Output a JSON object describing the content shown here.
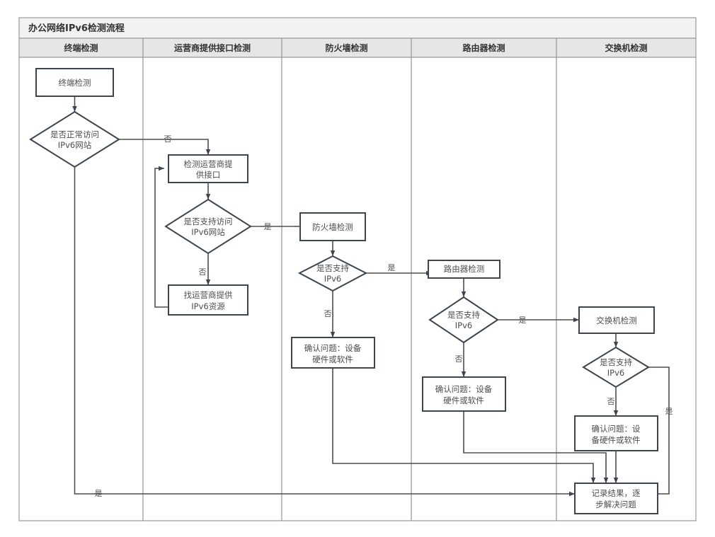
{
  "diagram": {
    "title": "办公网络IPv6检测流程",
    "lanes": [
      {
        "id": "terminal",
        "label": "终端检测"
      },
      {
        "id": "isp",
        "label": "运营商提供接口检测"
      },
      {
        "id": "firewall",
        "label": "防火墙检测"
      },
      {
        "id": "router",
        "label": "路由器检测"
      },
      {
        "id": "switch",
        "label": "交换机检测"
      }
    ],
    "nodes": {
      "terminal_start": {
        "type": "process",
        "line1": "终端检测"
      },
      "terminal_dec": {
        "type": "decision",
        "line1": "是否正常访问",
        "line2": "IPv6网站"
      },
      "isp_check": {
        "type": "process",
        "line1": "检测运营商提",
        "line2": "供接口"
      },
      "isp_dec": {
        "type": "decision",
        "line1": "是否支持访问",
        "line2": "IPv6网站"
      },
      "isp_request": {
        "type": "process",
        "line1": "找运营商提供",
        "line2": "IPv6资源"
      },
      "fw_check": {
        "type": "process",
        "line1": "防火墙检测"
      },
      "fw_dec": {
        "type": "decision",
        "line1": "是否支持",
        "line2": "IPv6"
      },
      "fw_issue": {
        "type": "process",
        "line1": "确认问题：设备",
        "line2": "硬件或软件"
      },
      "rt_check": {
        "type": "process",
        "line1": "路由器检测"
      },
      "rt_dec": {
        "type": "decision",
        "line1": "是否支持",
        "line2": "IPv6"
      },
      "rt_issue": {
        "type": "process",
        "line1": "确认问题：设备",
        "line2": "硬件或软件"
      },
      "sw_check": {
        "type": "process",
        "line1": "交换机检测"
      },
      "sw_dec": {
        "type": "decision",
        "line1": "是否支持",
        "line2": "IPv6"
      },
      "sw_issue": {
        "type": "process",
        "line1": "确认问题：设",
        "line2": "备硬件或软件"
      },
      "final": {
        "type": "process",
        "line1": "记录结果，逐",
        "line2": "步解决问题"
      }
    },
    "edge_labels": {
      "terminal_no": "否",
      "terminal_yes": "是",
      "isp_yes": "是",
      "isp_no": "否",
      "fw_yes": "是",
      "fw_no": "否",
      "rt_yes": "是",
      "rt_no": "否",
      "sw_yes": "是",
      "sw_no": "否"
    },
    "colors": {
      "shape_stroke": "#3d4450",
      "shape_fill": "#ffffff",
      "connector": "#4d4d4d",
      "lane_header_fill": "#e6e6e6",
      "title_fill": "#f2f2f2",
      "frame_stroke": "#999999",
      "text": "#4d4d4d"
    }
  }
}
